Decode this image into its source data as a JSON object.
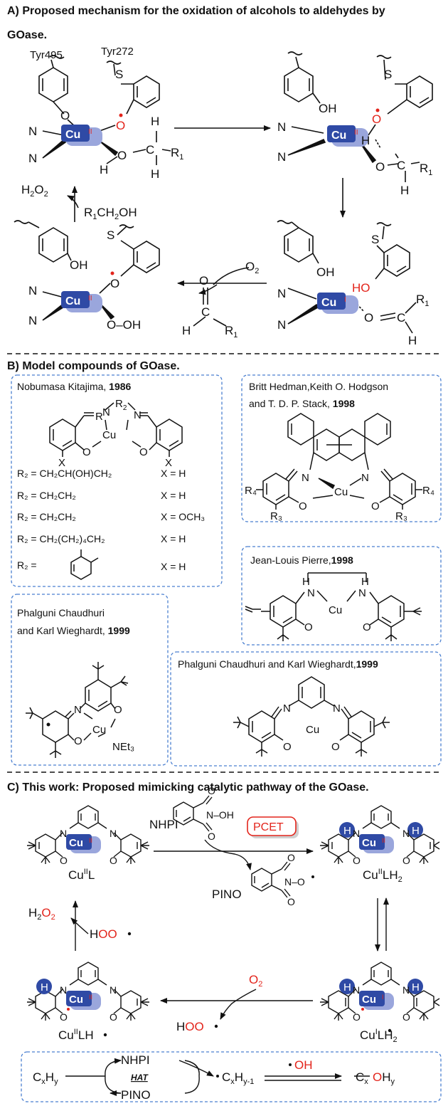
{
  "section_a": {
    "title_line1": "A)  Proposed mechanism for the oxidation of alcohols to aldehydes by",
    "title_line2": "GOase.",
    "tyr495": "Tyr495",
    "tyr272": "Tyr272",
    "cu": "Cu",
    "cu_ox": "II",
    "cu_ox_i": "I",
    "n": "N",
    "o": "O",
    "s": "S",
    "h": "H",
    "oh": "OH",
    "ho": "HO",
    "c": "C",
    "r1": "R",
    "sub1": "1",
    "h2o2_pre": "H",
    "h2o2_mid": "O",
    "sub2": "2",
    "r1ch2oh_a": "R",
    "r1ch2oh_b": "CH",
    "r1ch2oh_c": "OH",
    "oo_h": "O–OH",
    "o2_o": "O"
  },
  "section_b": {
    "title": "B)  Model compounds of GOase.",
    "box1": {
      "author": "Nobumasa Kitajima, ",
      "year": "1986",
      "r2": "R",
      "x": "X",
      "rows": [
        {
          "r": "R₂ = CH₂CH(OH)CH₂",
          "x": "X = H"
        },
        {
          "r": "R₂ = CH₂CH₂",
          "x": "X = H"
        },
        {
          "r": "R₂ = CH₂CH₂",
          "x": "X = OCH₃"
        },
        {
          "r": "R₂ = CH₂(CH₂)₄CH₂",
          "x": "X = H"
        },
        {
          "r": "R₂ =",
          "x": "X = H"
        }
      ]
    },
    "box2": {
      "author_line1": "Britt Hedman,Keith O. Hodgson",
      "author_line2": "and  T. D. P. Stack, ",
      "year": "1998",
      "r4": "R₄",
      "r3": "R₃"
    },
    "box3": {
      "author": "Jean-Louis Pierre,",
      "year": "1998"
    },
    "box4": {
      "author_line1": "Phalguni Chaudhuri",
      "author_line2": "and Karl Wieghardt, ",
      "year": "1999",
      "net3": "NEt₃"
    },
    "box5": {
      "author": "Phalguni Chaudhuri and Karl Wieghardt,",
      "year": "1999"
    }
  },
  "section_c": {
    "title": "C) This work: Proposed mimicking catalytic pathway of the GOase.",
    "nhpi": "NHPI",
    "pino": "PINO",
    "pcet": "PCET",
    "n_oh": "N–OH",
    "n_o": "N–O",
    "cu_l": "Cu",
    "label_l": "L",
    "label_lh2": "LH",
    "label_lh": "LH",
    "h2o2_h": "H",
    "h2o2_o": "O",
    "hoo_h": "H",
    "hoo_oo": "OO",
    "o2": "O",
    "h_bead": "H",
    "hat": "HAT",
    "cxhy_c": "C",
    "x": "x",
    "hy_h": "H",
    "y": "y",
    "y1": "y-1",
    "oh_o": "OH",
    "cxo": "C",
    "ohy_o": "O",
    "ohy_h": "H"
  },
  "colors": {
    "ink": "#111111",
    "red": "#e3241b",
    "cu_blue": "#2f4aa5",
    "cu_shadow": "#9aa6dc",
    "dash_blue": "#4a7fd0",
    "bead_blue": "#2f4aa5"
  }
}
